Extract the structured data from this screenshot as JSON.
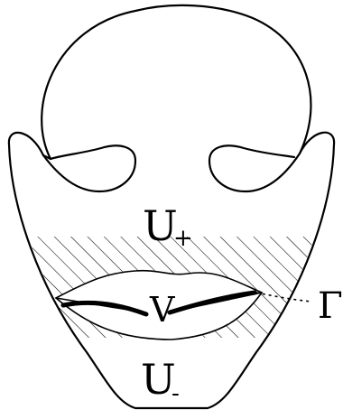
{
  "labels": {
    "u_plus": {
      "main": "U",
      "sub": "+"
    },
    "u_minus": {
      "main": "U",
      "sub": "-"
    },
    "v": "V",
    "gamma": "Γ"
  }
}
